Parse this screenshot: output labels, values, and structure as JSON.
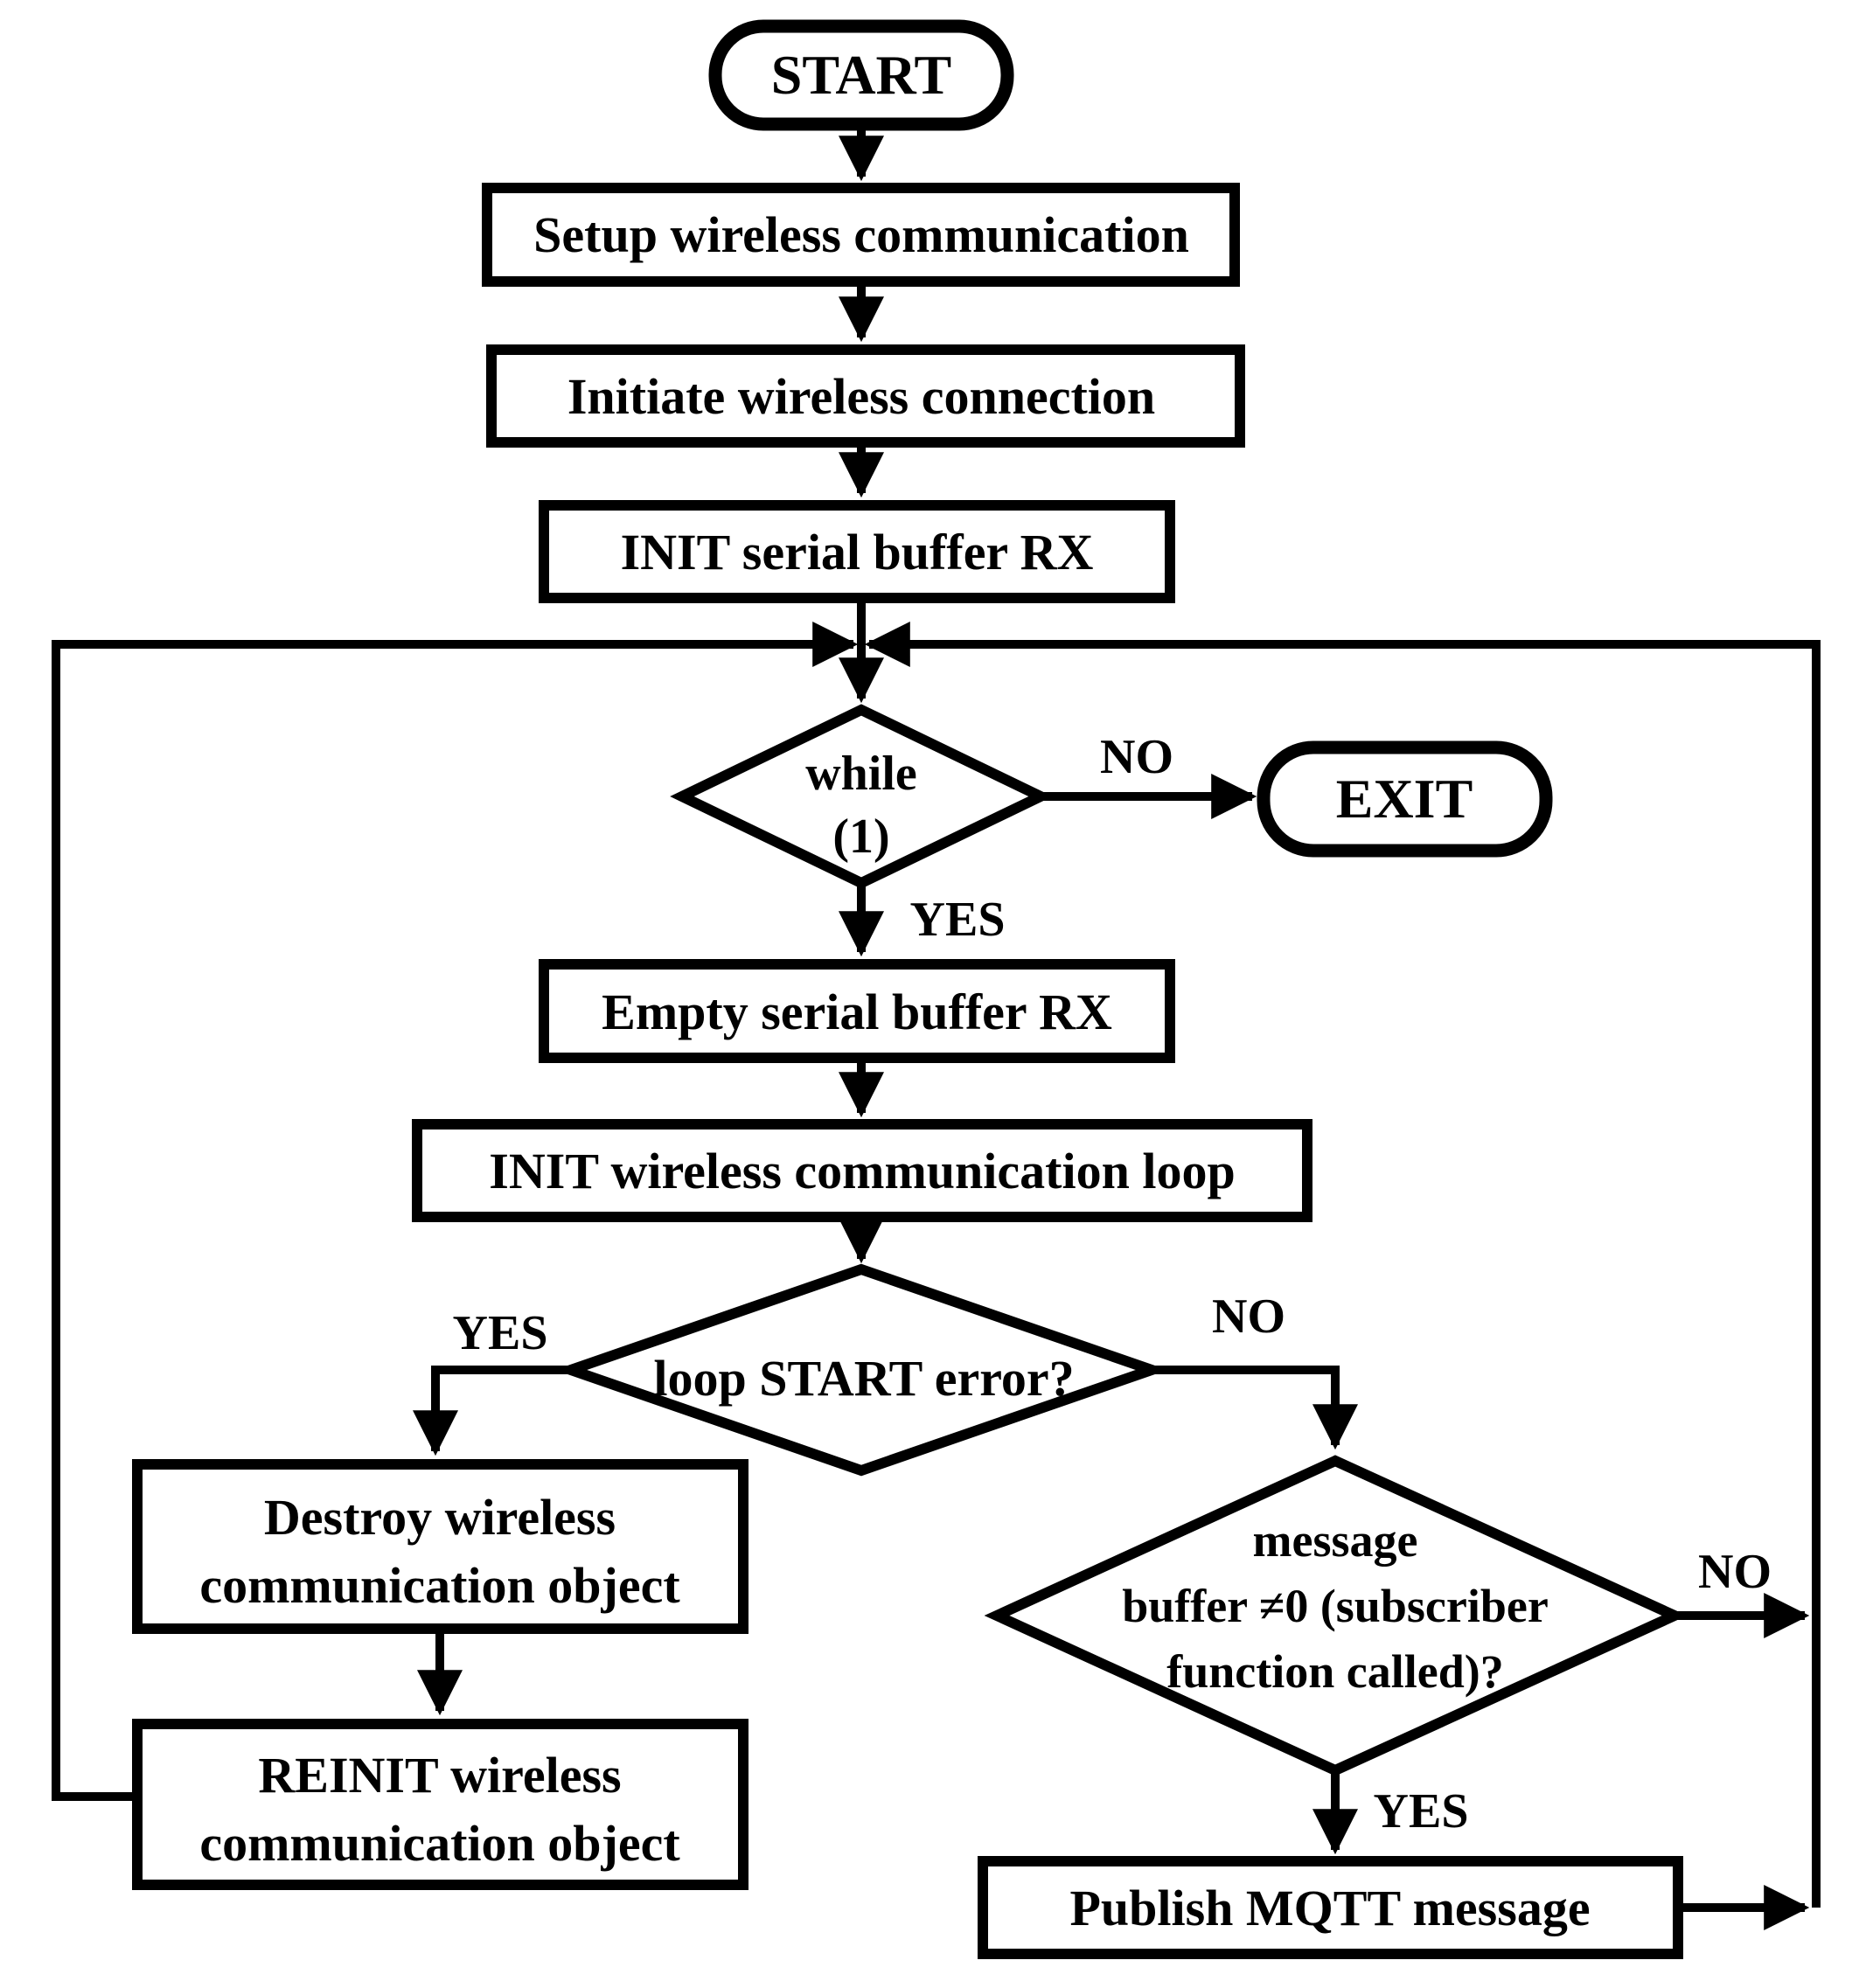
{
  "diagram": {
    "title": "Wireless communication MQTT loop flowchart",
    "colors": {
      "background": "#ffffff",
      "stroke": "#000000",
      "text": "#000000"
    },
    "nodes": {
      "start": {
        "type": "terminator",
        "label": "START"
      },
      "setup": {
        "type": "process",
        "label": "Setup wireless communication"
      },
      "initiate": {
        "type": "process",
        "label": "Initiate wireless connection"
      },
      "init_serial": {
        "type": "process",
        "label": "INIT serial buffer RX"
      },
      "while_loop": {
        "type": "decision",
        "lines": [
          "while",
          "(1)"
        ]
      },
      "exit": {
        "type": "terminator",
        "label": "EXIT"
      },
      "empty_serial": {
        "type": "process",
        "label": "Empty serial buffer RX"
      },
      "init_loop": {
        "type": "process",
        "label": "INIT wireless communication loop"
      },
      "loop_error": {
        "type": "decision",
        "label": "loop START error?"
      },
      "destroy": {
        "type": "process",
        "lines": [
          "Destroy wireless",
          "communication object"
        ]
      },
      "reinit": {
        "type": "process",
        "lines": [
          "REINIT wireless",
          "communication object"
        ]
      },
      "msg_buffer": {
        "type": "decision",
        "lines": [
          "message",
          "buffer ≠0 (subscriber",
          "function called)?"
        ]
      },
      "publish": {
        "type": "process",
        "label": "Publish MQTT message"
      }
    },
    "edge_labels": {
      "while_no": "NO",
      "while_yes": "YES",
      "loop_error_yes": "YES",
      "loop_error_no": "NO",
      "msg_no": "NO",
      "msg_yes": "YES"
    }
  }
}
